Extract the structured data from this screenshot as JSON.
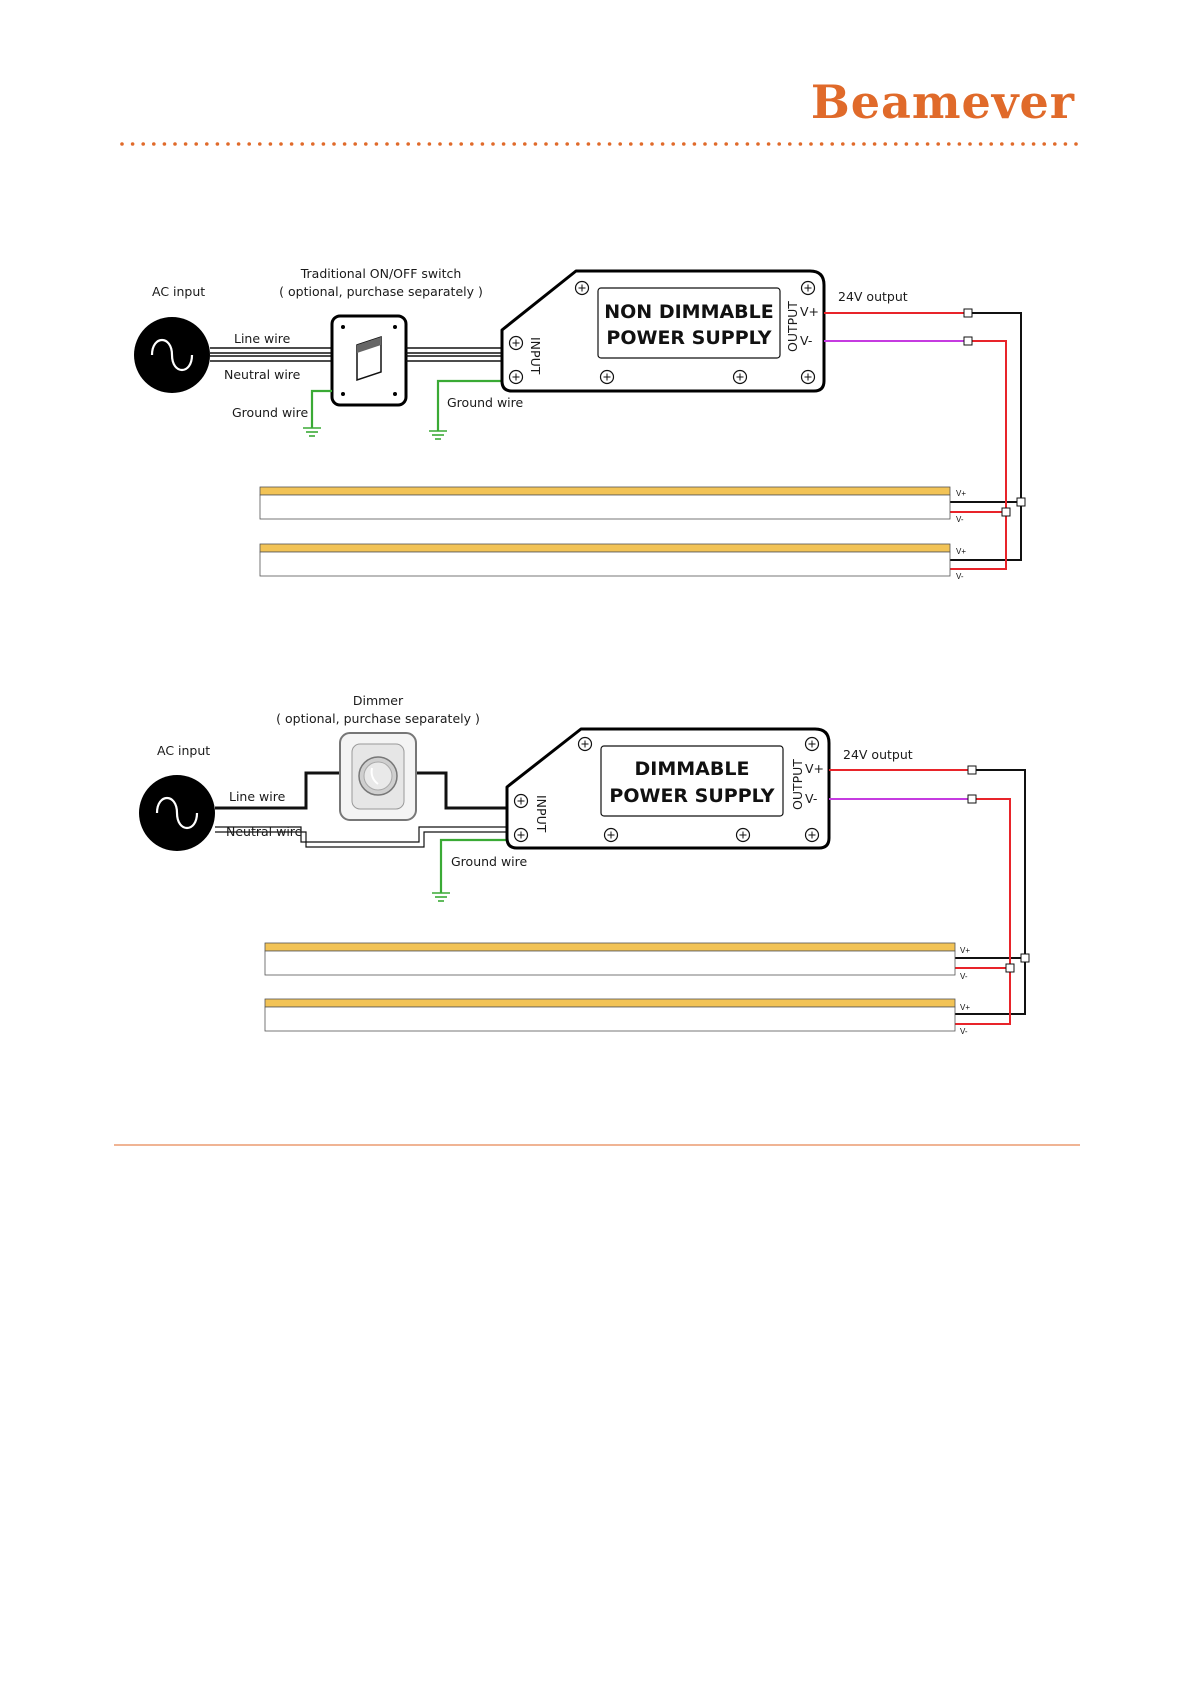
{
  "brand": {
    "name": "Beamever",
    "color": "#e06a2a"
  },
  "colors": {
    "positive": "#e8242a",
    "negative": "#c53be0",
    "ground": "#3aaa35",
    "strip": "#f2c356",
    "wire": "#111111"
  },
  "diagram1": {
    "ac_input": "AC input",
    "switch_title": "Traditional ON/OFF switch",
    "switch_note": "( optional, purchase separately )",
    "line_wire": "Line wire",
    "neutral_wire": "Neutral wire",
    "ground_wire_1": "Ground wire",
    "ground_wire_2": "Ground wire",
    "psu_line1": "NON DIMMABLE",
    "psu_line2": "POWER SUPPLY",
    "input": "INPUT",
    "output": "OUTPUT",
    "vplus": "V+",
    "vminus": "V-",
    "output_label": "24V output",
    "strip1_vplus": "V+",
    "strip1_vminus": "V-",
    "strip2_vplus": "V+",
    "strip2_vminus": "V-"
  },
  "diagram2": {
    "ac_input": "AC input",
    "dimmer_title": "Dimmer",
    "dimmer_note": "( optional, purchase separately )",
    "line_wire": "Line wire",
    "neutral_wire": "Neutral wire",
    "ground_wire": "Ground wire",
    "psu_line1": "DIMMABLE",
    "psu_line2": "POWER SUPPLY",
    "input": "INPUT",
    "output": "OUTPUT",
    "vplus": "V+",
    "vminus": "V-",
    "output_label": "24V output",
    "strip1_vplus": "V+",
    "strip1_vminus": "V-",
    "strip2_vplus": "V+",
    "strip2_vminus": "V-"
  }
}
